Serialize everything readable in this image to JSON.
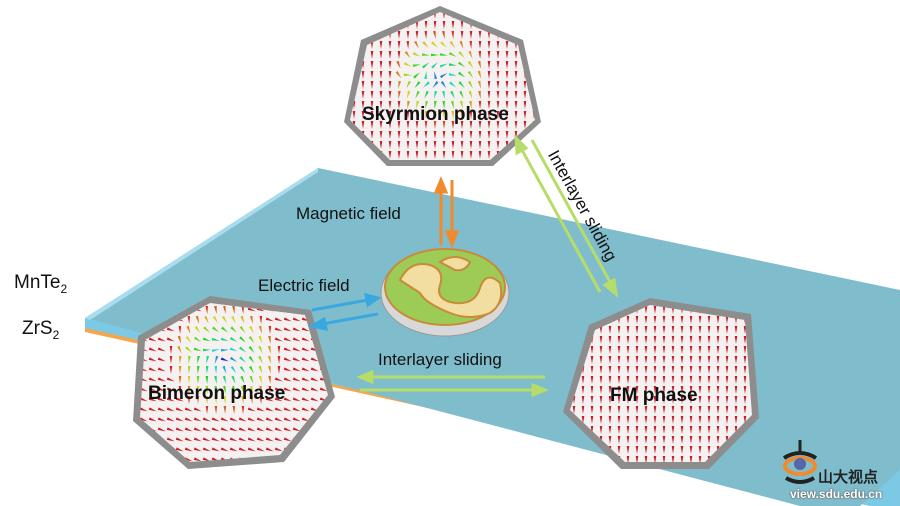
{
  "layers": {
    "top": "MnTe",
    "top_sub": "2",
    "bottom": "ZrS",
    "bottom_sub": "2"
  },
  "phases": {
    "skyrmion": "Skyrmion phase",
    "bimeron": "Bimeron phase",
    "fm": "FM phase"
  },
  "transitions": {
    "magnetic": "Magnetic field",
    "electric": "Electric field",
    "sliding_horizontal": "Interlayer sliding",
    "sliding_diagonal": "Interlayer sliding"
  },
  "watermark": {
    "name": "山大视点",
    "url": "view.sdu.edu.cn"
  },
  "colors": {
    "top_layer": "#7fbfcf",
    "bottom_layer": "#f7a54a",
    "magnetic_arrow": "#f08a2c",
    "electric_arrow": "#3aa8e0",
    "sliding_arrow": "#b6dd6a"
  }
}
